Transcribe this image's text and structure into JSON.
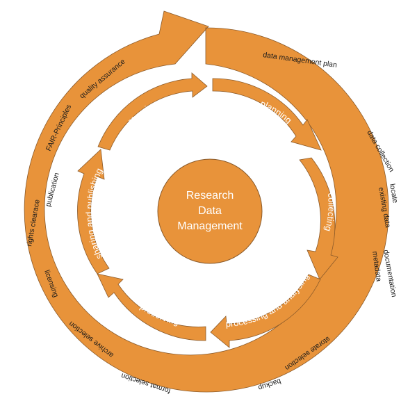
{
  "center": {
    "line1": "Research",
    "line2": "Data",
    "line3": "Management"
  },
  "stages": [
    {
      "id": "planning",
      "label": "planning"
    },
    {
      "id": "collecting",
      "label": "collecting"
    },
    {
      "id": "processing",
      "label": "processing and analysing"
    },
    {
      "id": "preserving",
      "label": "preserving"
    },
    {
      "id": "sharing",
      "label": "sharing and publishing"
    },
    {
      "id": "reusing",
      "label": "re-using"
    }
  ],
  "outer_topics": [
    {
      "id": "dmp",
      "label": "data management plan"
    },
    {
      "id": "data-collection",
      "label": "data collection"
    },
    {
      "id": "locate",
      "label": "locate"
    },
    {
      "id": "existing-data",
      "label": "existing data"
    },
    {
      "id": "documentation",
      "label": "documentation"
    },
    {
      "id": "metadata",
      "label": "metadata"
    },
    {
      "id": "storage-selection",
      "label": "storate selection"
    },
    {
      "id": "backup",
      "label": "backup"
    },
    {
      "id": "format-selection",
      "label": "format selection"
    },
    {
      "id": "archive-selection",
      "label": "archive selection"
    },
    {
      "id": "licensing",
      "label": "licensing"
    },
    {
      "id": "rights-clearance",
      "label": "rights clearace"
    },
    {
      "id": "publication",
      "label": "publication"
    },
    {
      "id": "fair-principles",
      "label": "FAIR-Principles"
    },
    {
      "id": "quality-assurance",
      "label": "quality assurance"
    }
  ],
  "colors": {
    "orange": "#E8933A",
    "stroke": "#8a5a2a",
    "text_dark": "#1a1a1a",
    "text_light": "#ffffff"
  }
}
